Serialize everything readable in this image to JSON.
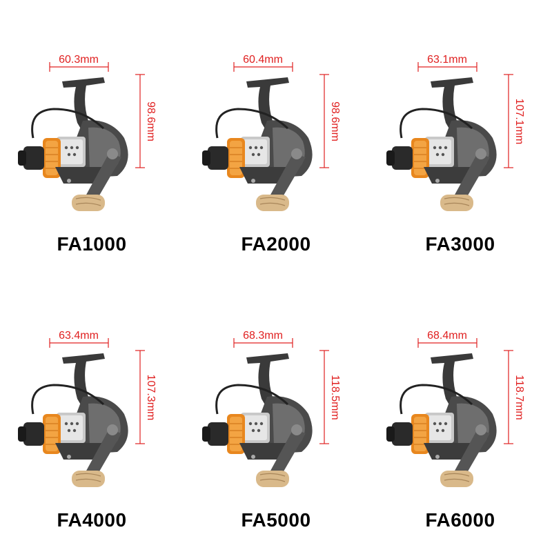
{
  "accent_color": "#e02020",
  "reels": [
    {
      "model": "FA1000",
      "width": "60.3mm",
      "height": "98.6mm"
    },
    {
      "model": "FA2000",
      "width": "60.4mm",
      "height": "98.6mm"
    },
    {
      "model": "FA3000",
      "width": "63.1mm",
      "height": "107.1mm"
    },
    {
      "model": "FA4000",
      "width": "63.4mm",
      "height": "107.3mm"
    },
    {
      "model": "FA5000",
      "width": "68.3mm",
      "height": "118.5mm"
    },
    {
      "model": "FA6000",
      "width": "68.4mm",
      "height": "118.7mm"
    }
  ]
}
